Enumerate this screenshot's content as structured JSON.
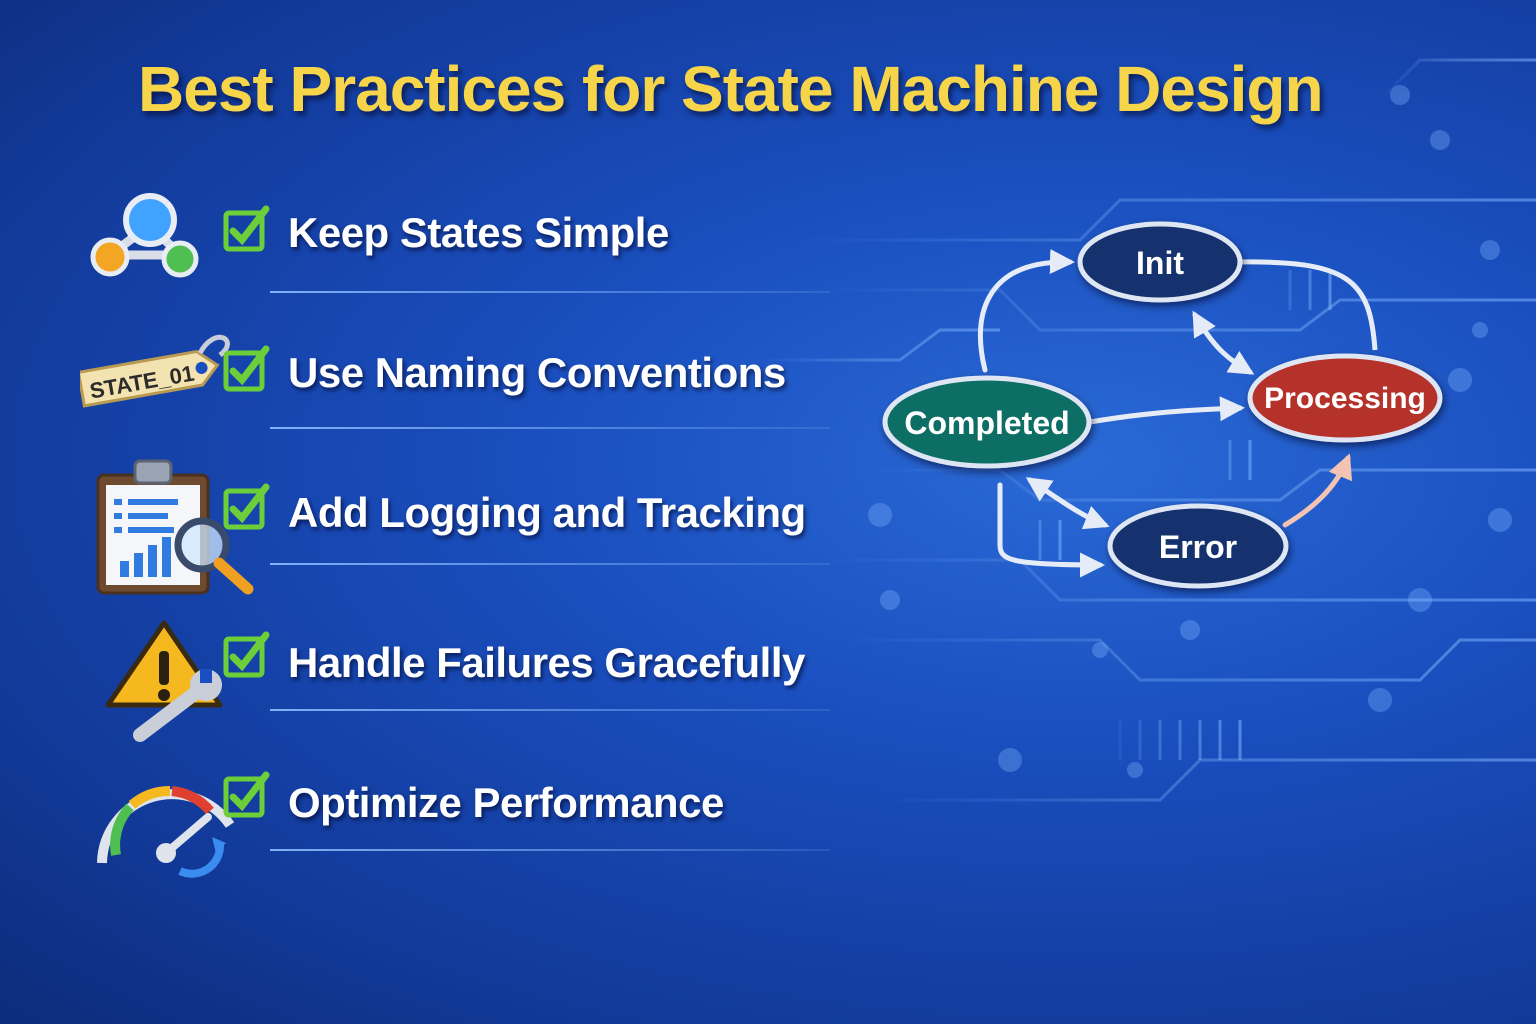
{
  "title": "Best Practices for State Machine Design",
  "practices": [
    {
      "label": "Keep States Simple",
      "icon": "connected-nodes-icon"
    },
    {
      "label": "Use Naming Conventions",
      "icon": "name-tag-icon",
      "tag_text": "STATE_01"
    },
    {
      "label": "Add Logging and Tracking",
      "icon": "clipboard-magnifier-icon"
    },
    {
      "label": "Handle Failures Gracefully",
      "icon": "warning-wrench-icon"
    },
    {
      "label": "Optimize Performance",
      "icon": "speedometer-icon"
    }
  ],
  "diagram": {
    "states": [
      {
        "id": "init",
        "label": "Init",
        "color": "#14306e"
      },
      {
        "id": "processing",
        "label": "Processing",
        "color": "#b4302a"
      },
      {
        "id": "completed",
        "label": "Completed",
        "color": "#0f6e66"
      },
      {
        "id": "error",
        "label": "Error",
        "color": "#14306e"
      }
    ],
    "transitions": [
      {
        "from": "completed",
        "to": "init"
      },
      {
        "from": "init",
        "to": "processing",
        "bidirectional": true
      },
      {
        "from": "completed",
        "to": "processing"
      },
      {
        "from": "completed",
        "to": "error",
        "bidirectional": true
      },
      {
        "from": "completed",
        "to": "error"
      },
      {
        "from": "error",
        "to": "processing"
      }
    ]
  },
  "colors": {
    "title": "#f6d54a",
    "check": "#6ccf3a",
    "background": "#1a4fbf"
  }
}
